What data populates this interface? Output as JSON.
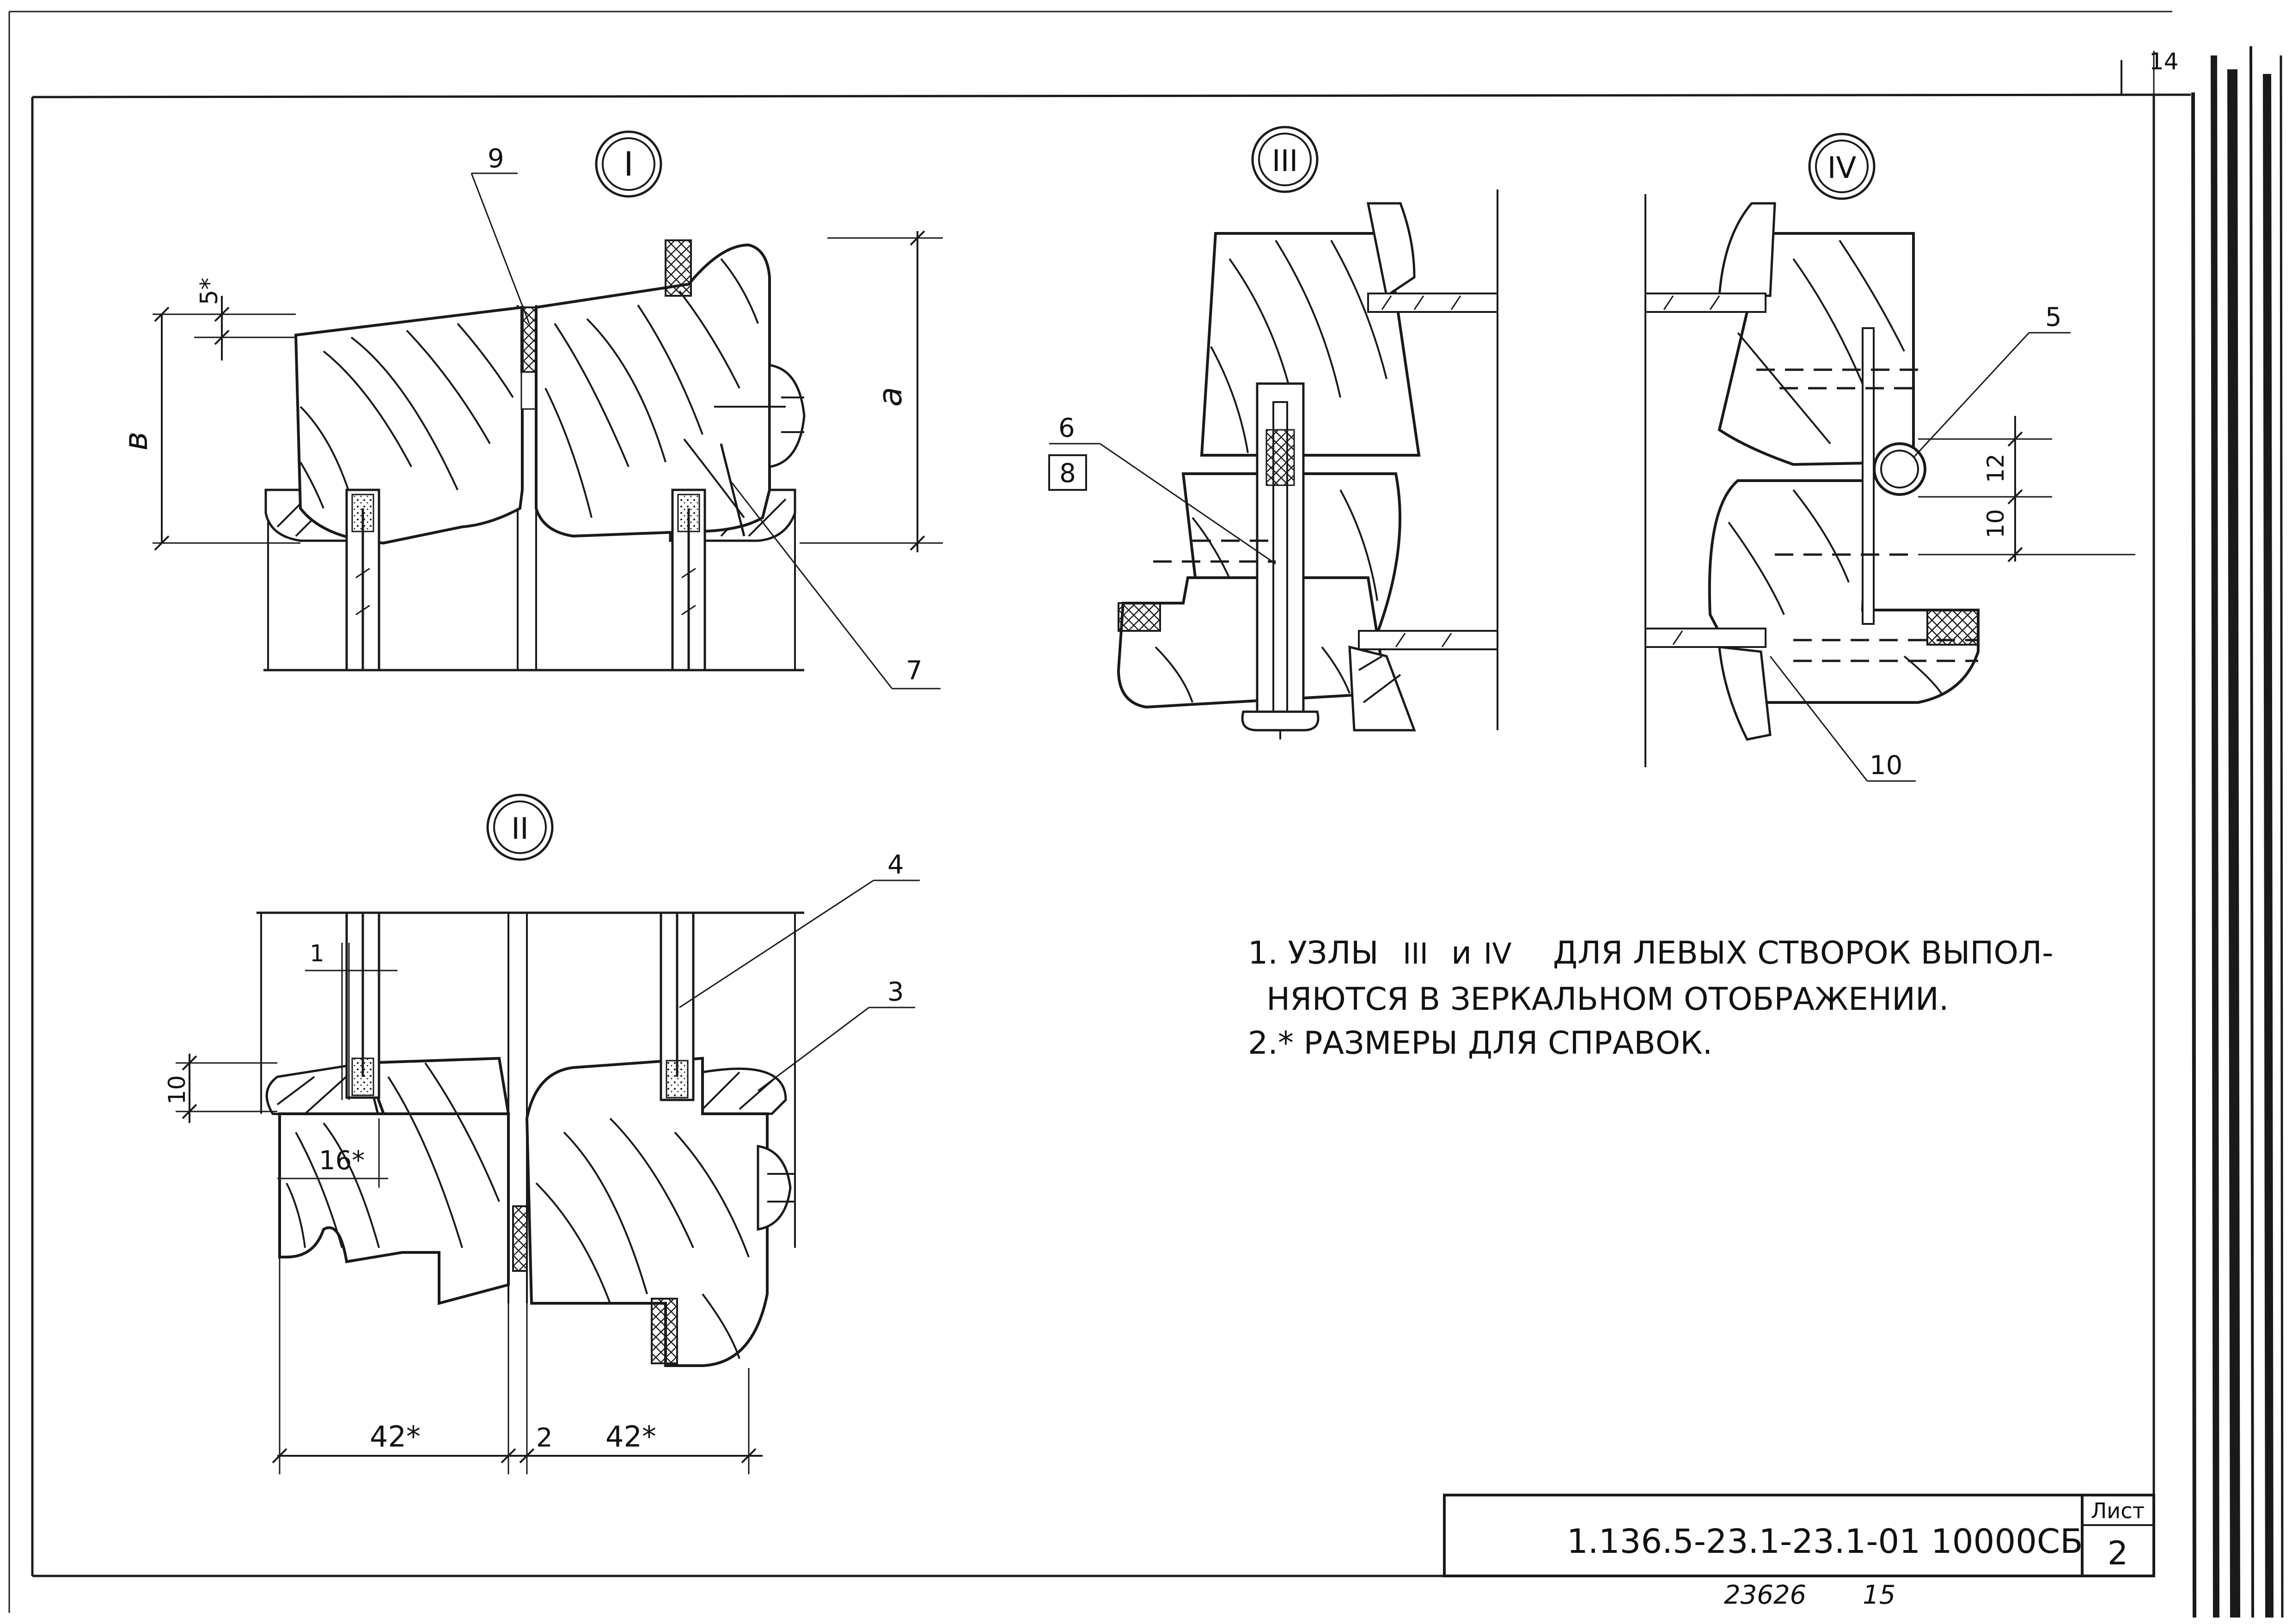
{
  "sheet": {
    "doc_code": "1.136.5-23.1-23.1-01 10000СБ",
    "sheet_label": "Лист",
    "sheet_number": "2",
    "bottom_code": "23626",
    "bottom_num": "15",
    "corner_mark": "14"
  },
  "views": {
    "v1": "I",
    "v2": "II",
    "v3": "III",
    "v4": "IV"
  },
  "callouts": {
    "c3": "3",
    "c4": "4",
    "c5": "5",
    "c6": "6",
    "c7": "7",
    "c8": "8",
    "c9": "9",
    "c10": "10"
  },
  "dims": {
    "d_5": "5*",
    "d_b": "в",
    "d_a": "а",
    "d_12": "12",
    "d_10_iv": "10",
    "d_1": "1",
    "d_10_ii": "10",
    "d_16": "16*",
    "d_42_left": "42*",
    "d_2": "2",
    "d_42_right": "42*"
  },
  "notes": {
    "n1_line1": "1. УЗЛЫ",
    "n1_u3": "III",
    "n1_and": "и",
    "n1_u4": "IV",
    "n1_rest": "ДЛЯ ЛЕВЫХ СТВОРОК ВЫПОЛ-",
    "n1_line2": "НЯЮТСЯ В ЗЕРКАЛЬНОМ ОТОБРАЖЕНИИ.",
    "n2_line": "2.* РАЗМЕРЫ ДЛЯ СПРАВОК."
  }
}
